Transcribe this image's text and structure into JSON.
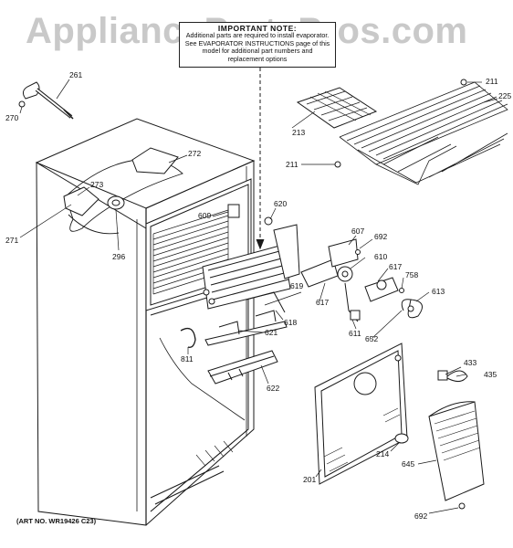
{
  "watermark": "AppliancePartsPros.com",
  "notice": {
    "title": "IMPORTANT NOTE:",
    "body": "Additional parts are required to install evaporator. See EVAPORATOR INSTRUCTIONS page of this model for additional part numbers and replacement options"
  },
  "art_number": "(ART NO. WR19426 C23)",
  "callouts": [
    {
      "id": "c261",
      "label": "261"
    },
    {
      "id": "c270",
      "label": "270"
    },
    {
      "id": "c272",
      "label": "272"
    },
    {
      "id": "c273",
      "label": "273"
    },
    {
      "id": "c271",
      "label": "271"
    },
    {
      "id": "c296",
      "label": "296"
    },
    {
      "id": "c609",
      "label": "609"
    },
    {
      "id": "c620",
      "label": "620"
    },
    {
      "id": "c213",
      "label": "213"
    },
    {
      "id": "c211a",
      "label": "211"
    },
    {
      "id": "c225",
      "label": "225"
    },
    {
      "id": "c211b",
      "label": "211"
    },
    {
      "id": "c607",
      "label": "607"
    },
    {
      "id": "c692a",
      "label": "692"
    },
    {
      "id": "c610",
      "label": "610"
    },
    {
      "id": "c617a",
      "label": "617"
    },
    {
      "id": "c617b",
      "label": "617"
    },
    {
      "id": "c758",
      "label": "758"
    },
    {
      "id": "c613",
      "label": "613"
    },
    {
      "id": "c619",
      "label": "619"
    },
    {
      "id": "c618",
      "label": "618"
    },
    {
      "id": "c621",
      "label": "621"
    },
    {
      "id": "c611",
      "label": "611"
    },
    {
      "id": "c652",
      "label": "652"
    },
    {
      "id": "c811",
      "label": "811"
    },
    {
      "id": "c622",
      "label": "622"
    },
    {
      "id": "c433",
      "label": "433"
    },
    {
      "id": "c435",
      "label": "435"
    },
    {
      "id": "c214",
      "label": "214"
    },
    {
      "id": "c201",
      "label": "201"
    },
    {
      "id": "c645",
      "label": "645"
    },
    {
      "id": "c692b",
      "label": "692"
    }
  ]
}
